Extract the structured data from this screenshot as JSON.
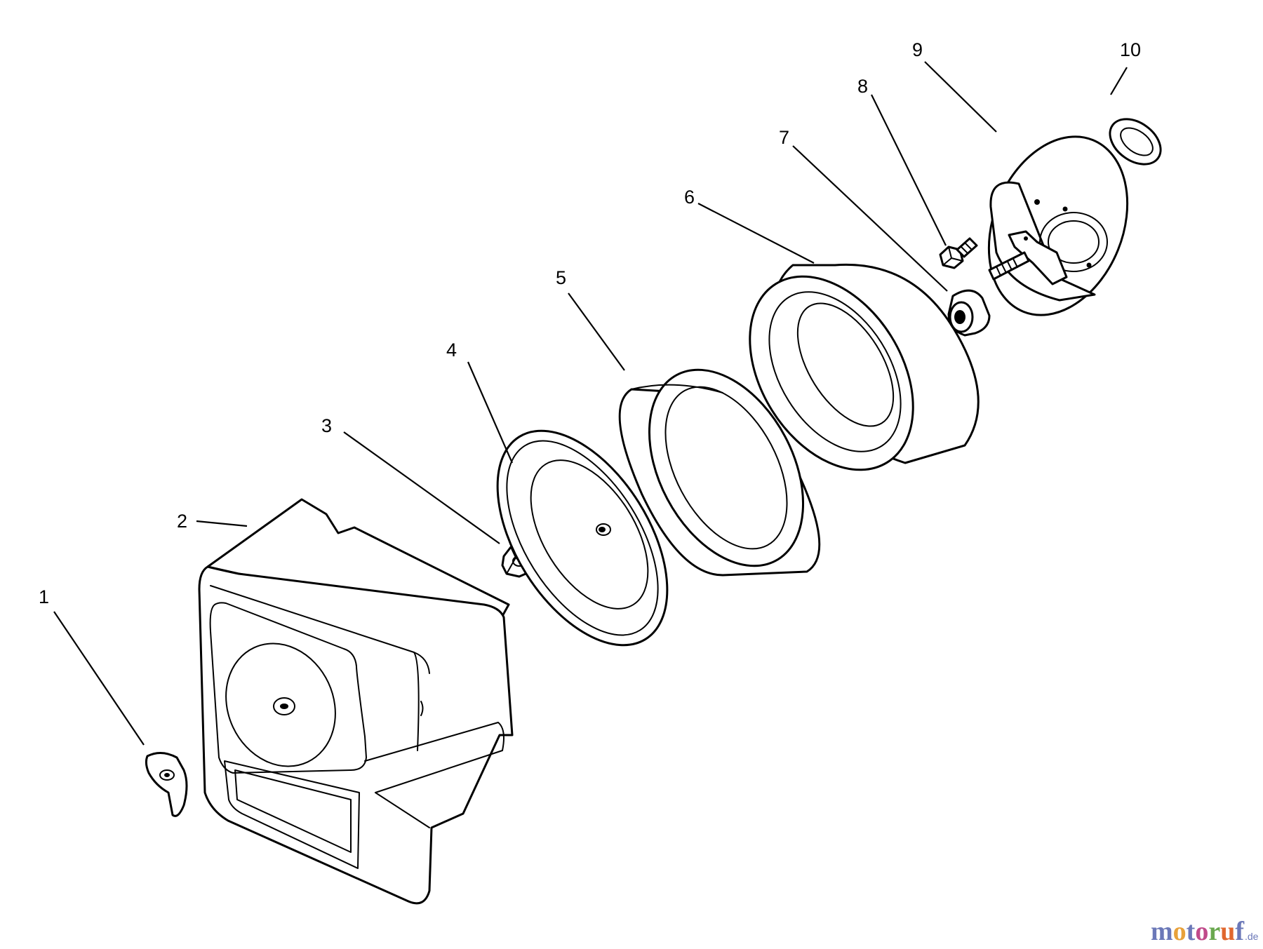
{
  "diagram": {
    "callouts": [
      {
        "n": "1"
      },
      {
        "n": "2"
      },
      {
        "n": "3"
      },
      {
        "n": "4"
      },
      {
        "n": "5"
      },
      {
        "n": "6"
      },
      {
        "n": "7"
      },
      {
        "n": "8"
      },
      {
        "n": "9"
      },
      {
        "n": "10"
      }
    ]
  },
  "watermark": {
    "main": "motoruf",
    "sub": ".de",
    "colors": {
      "m": "#6b78b8",
      "o1": "#e8a13a",
      "t": "#6b78b8",
      "o2": "#c04a8a",
      "r": "#6aa84f",
      "u": "#e0672e",
      "f": "#6b78b8"
    }
  }
}
